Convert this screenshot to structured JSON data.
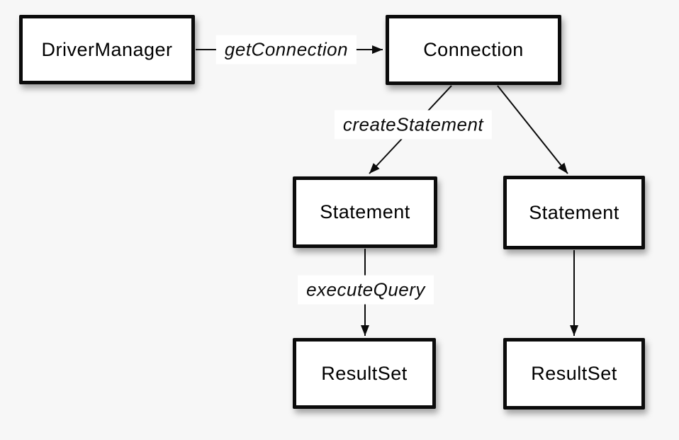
{
  "diagram": {
    "description": "Flow diagram of JDBC object creation",
    "colors": {
      "background": "#f7f7f7",
      "node_fill": "#ffffff",
      "node_border": "#000000",
      "line": "#000000",
      "label_background": "#ffffff"
    },
    "nodes": [
      {
        "id": "driver-manager",
        "label": "DriverManager"
      },
      {
        "id": "connection",
        "label": "Connection"
      },
      {
        "id": "statement-left",
        "label": "Statement"
      },
      {
        "id": "statement-right",
        "label": "Statement"
      },
      {
        "id": "resultset-left",
        "label": "ResultSet"
      },
      {
        "id": "resultset-right",
        "label": "ResultSet"
      }
    ],
    "edges": [
      {
        "from": "driver-manager",
        "to": "connection",
        "label": "getConnection"
      },
      {
        "from": "connection",
        "to": "statement-left",
        "label": "createStatement"
      },
      {
        "from": "connection",
        "to": "statement-right",
        "label": ""
      },
      {
        "from": "statement-left",
        "to": "resultset-left",
        "label": "executeQuery"
      },
      {
        "from": "statement-right",
        "to": "resultset-right",
        "label": ""
      }
    ]
  }
}
